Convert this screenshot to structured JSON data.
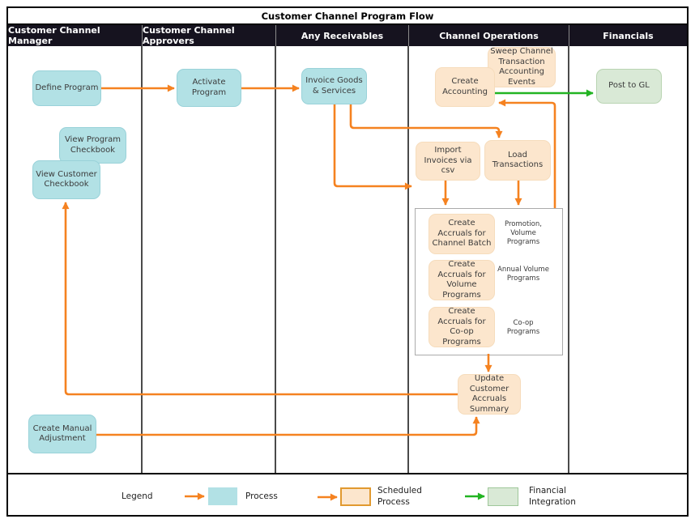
{
  "title": "Customer Channel Program Flow",
  "lanes": [
    {
      "label": "Customer Channel Manager"
    },
    {
      "label": "Customer Channel Approvers"
    },
    {
      "label": "Any Receivables"
    },
    {
      "label": "Channel Operations"
    },
    {
      "label": "Financials"
    }
  ],
  "nodes": {
    "define_program": {
      "label": "Define Program",
      "type": "process"
    },
    "activate_program": {
      "label": "Activate Program",
      "type": "process"
    },
    "view_program_checkbook": {
      "label": "View Program Checkbook",
      "type": "process"
    },
    "view_customer_checkbook": {
      "label": "View Customer Checkbook",
      "type": "process"
    },
    "create_manual_adjustment": {
      "label": "Create Manual Adjustment",
      "type": "process"
    },
    "invoice_goods_services": {
      "label": "Invoice Goods & Services",
      "type": "process"
    },
    "sweep_channel_events": {
      "label": "Sweep Channel Transaction Accounting Events",
      "type": "scheduled"
    },
    "create_accounting": {
      "label": "Create Accounting",
      "type": "scheduled"
    },
    "post_to_gl": {
      "label": "Post to GL",
      "type": "integration"
    },
    "import_invoices_csv": {
      "label": "Import Invoices via csv",
      "type": "scheduled"
    },
    "load_transactions": {
      "label": "Load Transactions",
      "type": "scheduled"
    },
    "accruals_channel_batch": {
      "label": "Create Accruals for Channel Batch",
      "type": "scheduled"
    },
    "accruals_volume_programs": {
      "label": "Create Accruals for Volume Programs",
      "type": "scheduled"
    },
    "accruals_coop_programs": {
      "label": "Create Accruals for Co-op Programs",
      "type": "scheduled"
    },
    "update_customer_accruals_summary": {
      "label": "Update Customer Accruals Summary",
      "type": "scheduled"
    }
  },
  "annotations": {
    "promotion_volume": {
      "label": "Promotion, Volume Programs"
    },
    "annual_volume": {
      "label": "Annual Volume Programs"
    },
    "coop": {
      "label": "Co-op Programs"
    }
  },
  "legend": {
    "title": "Legend",
    "items": [
      {
        "label": "Process",
        "swatch_fill": "#b2e1e5",
        "swatch_border": "#b2e1e5",
        "arrow_color": "#f58220"
      },
      {
        "label": "Scheduled Process",
        "swatch_fill": "#fce6cd",
        "swatch_border": "#e1992f",
        "arrow_color": "#f58220"
      },
      {
        "label": "Financial Integration",
        "swatch_fill": "#d9e9d6",
        "swatch_border": "#9fc79a",
        "arrow_color": "#22b422"
      }
    ]
  },
  "colors": {
    "process_fill": "#b2e1e5",
    "scheduled_fill": "#fce6cd",
    "integration_fill": "#d9e9d6",
    "arrow_orange": "#f58220",
    "arrow_green": "#22b422",
    "lane_header_bg": "#16131f",
    "lane_header_text": "#ffffff"
  }
}
